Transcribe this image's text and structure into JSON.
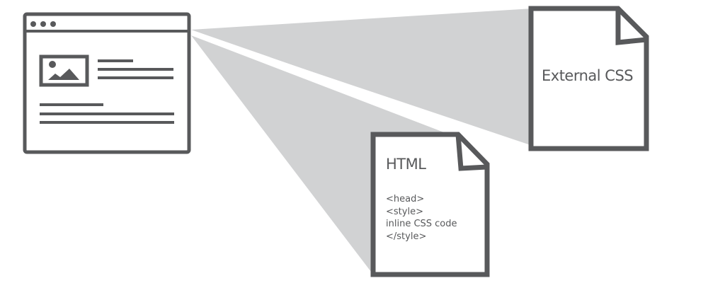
{
  "colors": {
    "stroke": "#58595b",
    "cone": "#d1d2d3",
    "background": "#ffffff"
  },
  "browser_icon": {
    "name": "browser-window",
    "dots": 3
  },
  "external_doc": {
    "title": "External CSS"
  },
  "html_doc": {
    "title": "HTML",
    "code_lines": [
      "<head>",
      "<style>",
      "inline CSS code",
      "</style>"
    ]
  }
}
